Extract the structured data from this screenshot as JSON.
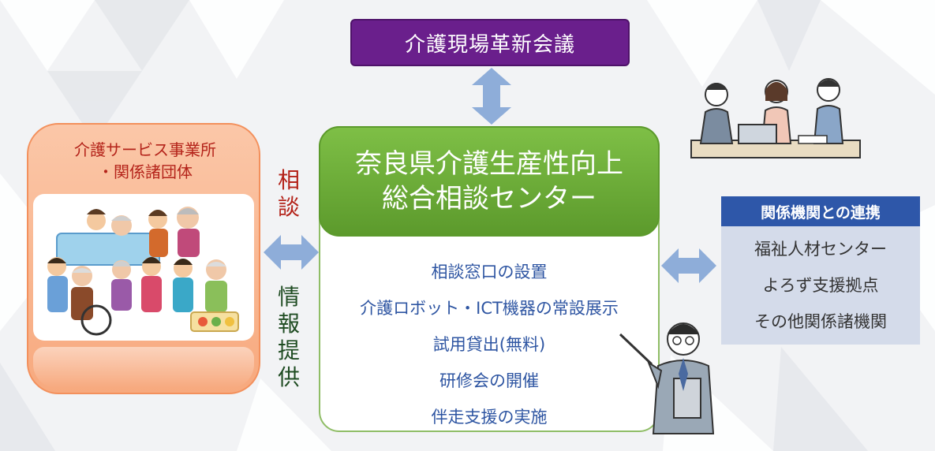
{
  "council": {
    "label": "介護現場革新会議"
  },
  "providers": {
    "line1": "介護サービス事業所",
    "line2": "・関係諸団体"
  },
  "flow_labels": {
    "consult": [
      "相",
      "談"
    ],
    "info": [
      "情",
      "報",
      "提",
      "供"
    ]
  },
  "center": {
    "title_line1": "奈良県介護生産性向上",
    "title_line2": "総合相談センター",
    "services": [
      "相談窓口の設置",
      "介護ロボット・ICT機器の常設展示",
      "試用貸出(無料)",
      "研修会の開催",
      "伴走支援の実施"
    ]
  },
  "partners": {
    "header": "関係機関との連携",
    "items": [
      "福祉人材センター",
      "よろず支援拠点",
      "その他関係諸機関"
    ]
  },
  "colors": {
    "council_bg": "#6a1f8c",
    "provider_bg": "#f7a97e",
    "provider_text": "#b4231a",
    "center_green": "#6aad38",
    "service_text": "#2e55a2",
    "partner_header": "#2e57a9",
    "partner_body": "#d4dbea",
    "arrow": "#8eadd9"
  }
}
